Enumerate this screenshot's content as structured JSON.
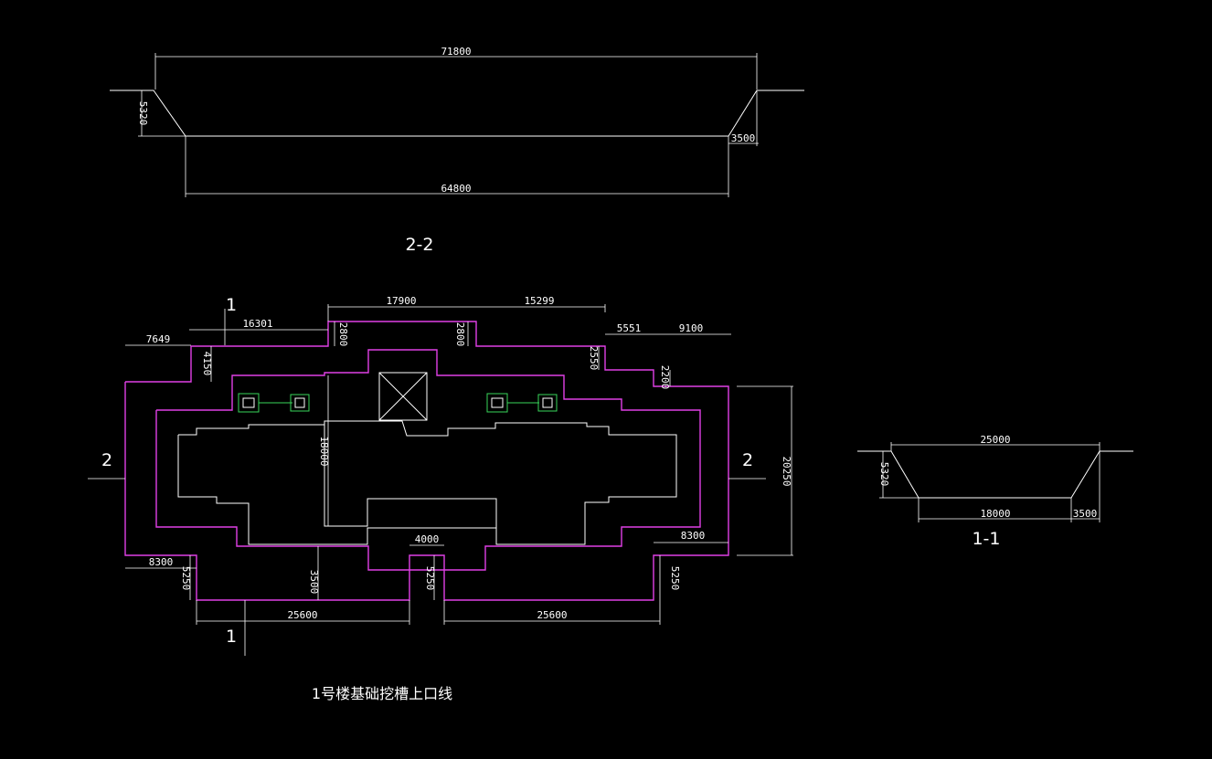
{
  "section_2_2": {
    "label": "2-2",
    "top_width": "71800",
    "bottom_width": "64800",
    "depth": "5320",
    "slope_run": "3500"
  },
  "section_1_1": {
    "label": "1-1",
    "top_width": "25000",
    "bottom_width": "18000",
    "depth": "5320",
    "slope_run": "3500"
  },
  "plan": {
    "title": "1号楼基础挖槽上口线",
    "section_marks": {
      "cut1": "1",
      "cut2": "2"
    },
    "dims": {
      "d17900": "17900",
      "d15299": "15299",
      "d16301": "16301",
      "d7649": "7649",
      "d5551": "5551",
      "d9100": "9100",
      "d2800a": "2800",
      "d2800b": "2800",
      "d2550": "2550",
      "d2200": "2200",
      "d4150": "4150",
      "d18000": "18000",
      "d20250": "20250",
      "d8300a": "8300",
      "d8300b": "8300",
      "d5250a": "5250",
      "d5250b": "5250",
      "d5250c": "5250",
      "d3500": "3500",
      "d4000": "4000",
      "d25600a": "25600",
      "d25600b": "25600"
    }
  },
  "colors": {
    "background": "#000000",
    "lines": "#ffffff",
    "excavation_outline": "#e040e6",
    "equipment": "#39d65a"
  }
}
